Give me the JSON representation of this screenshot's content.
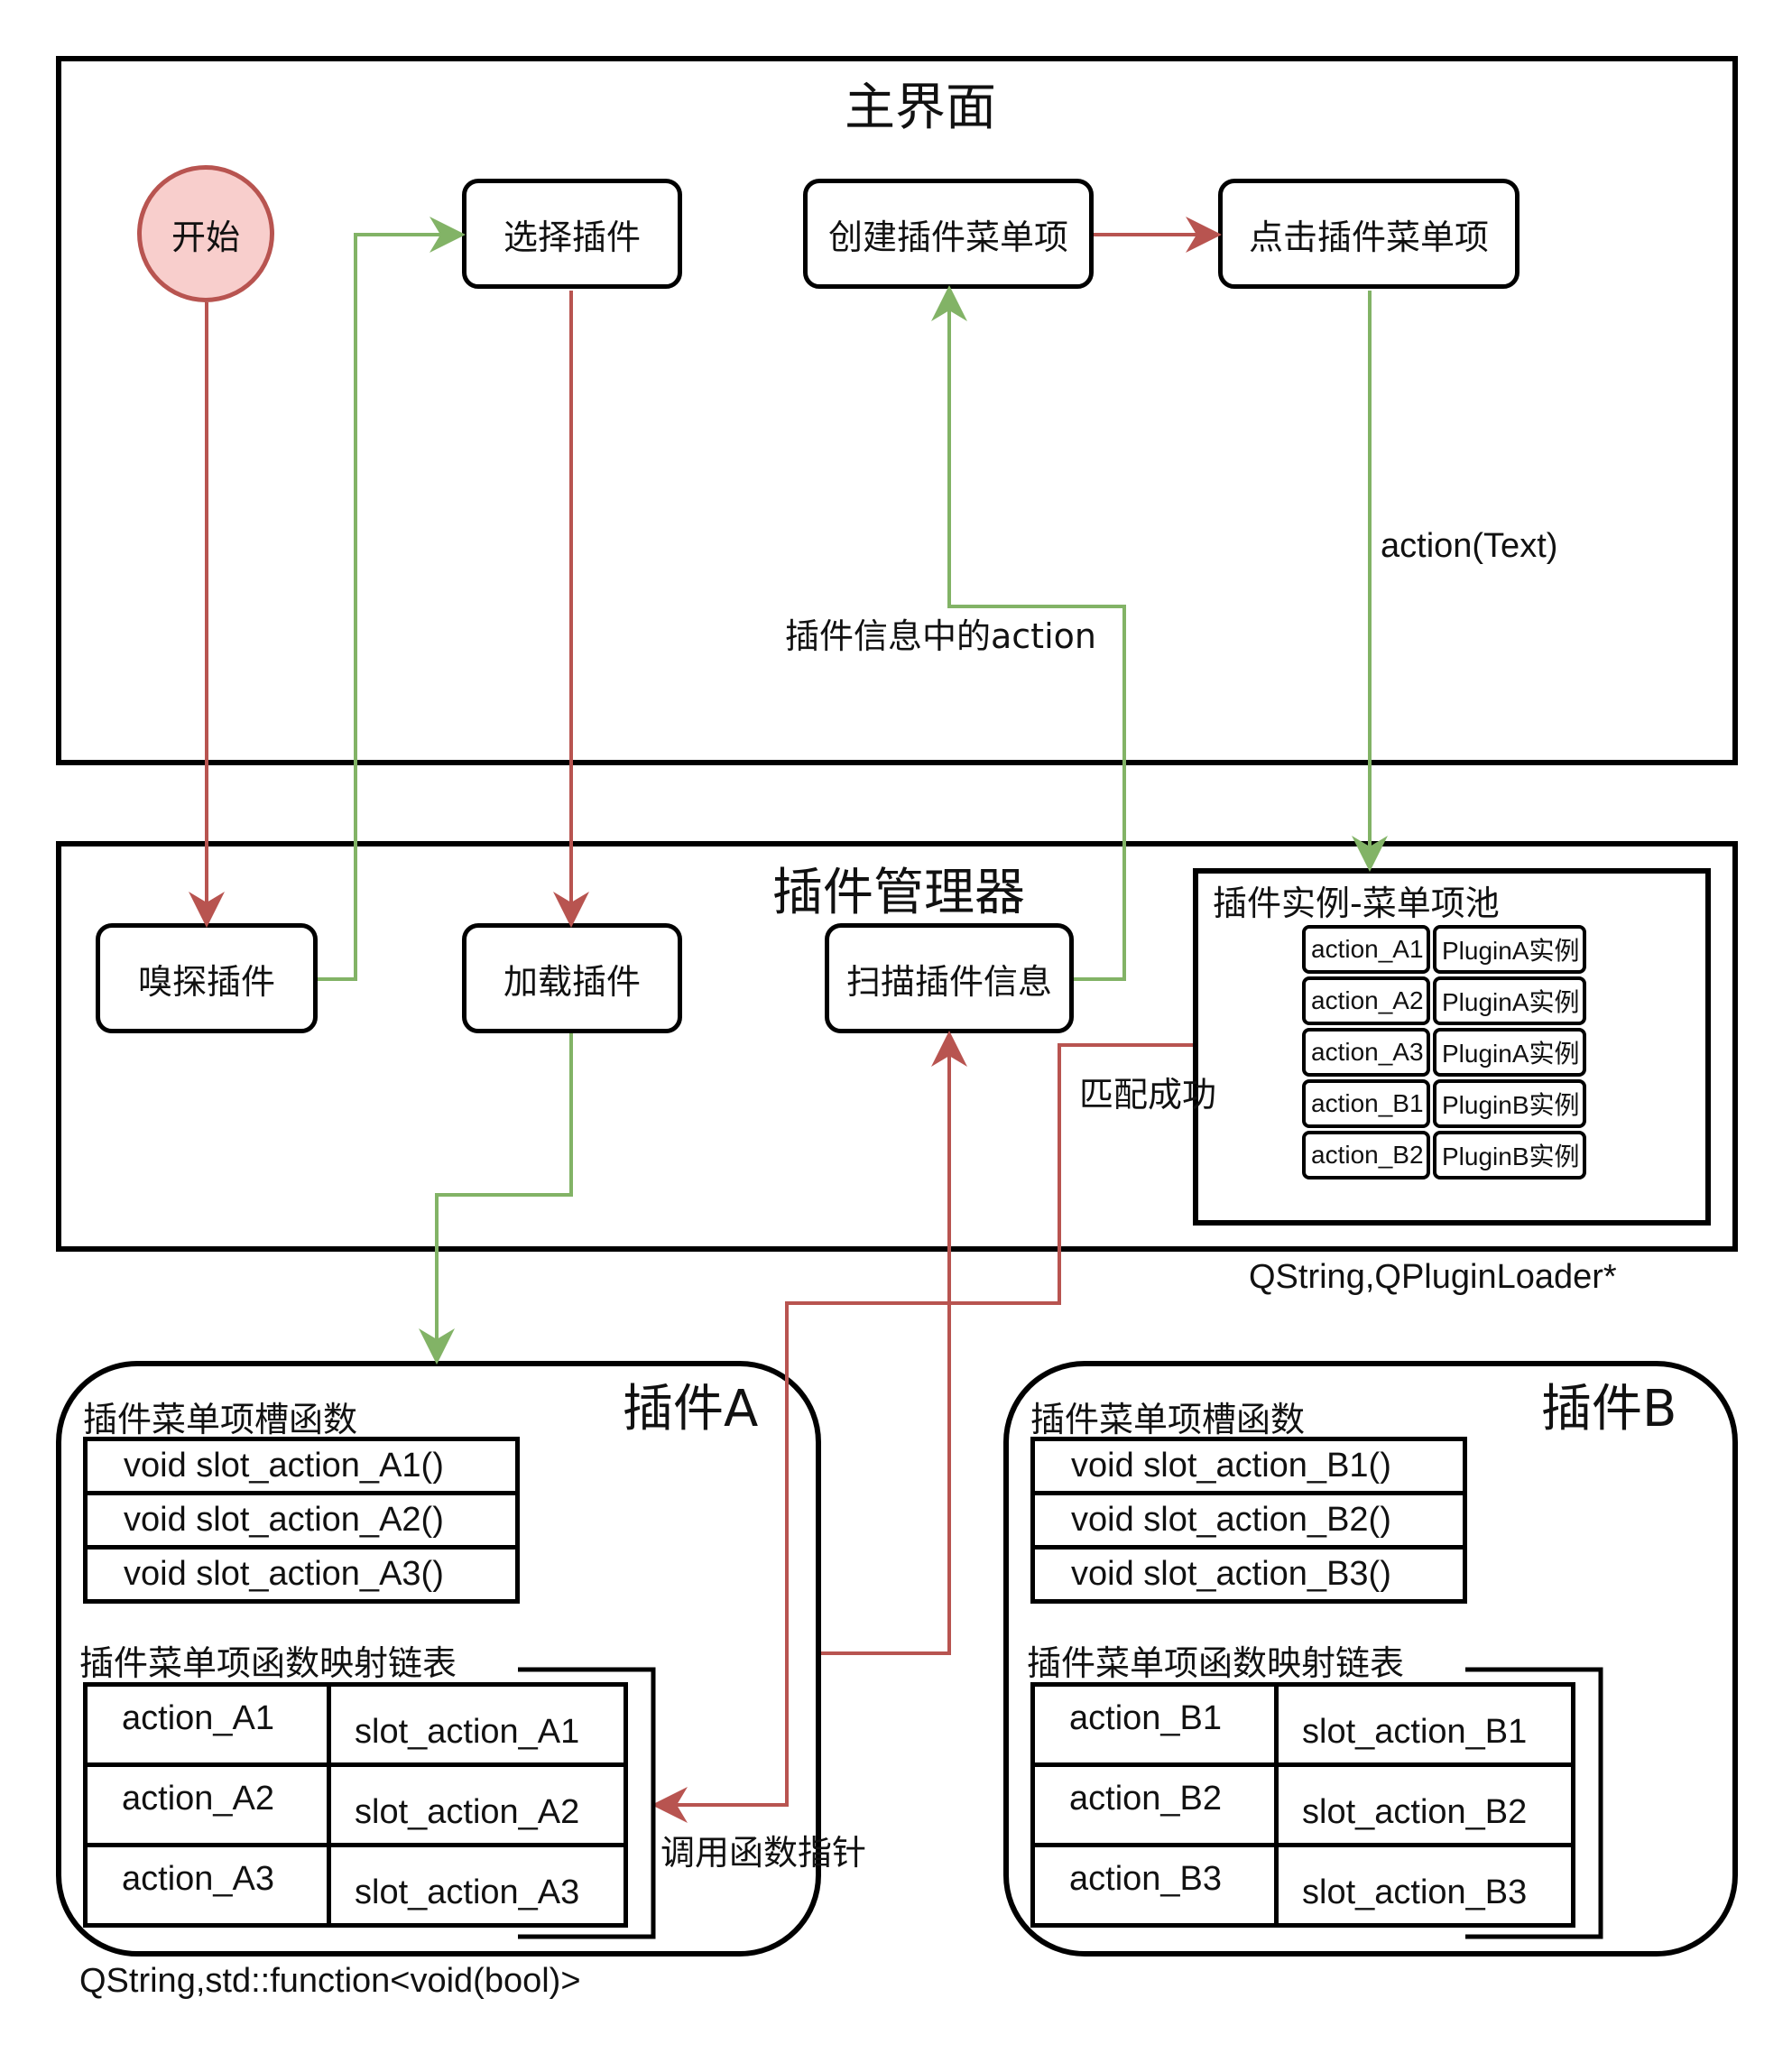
{
  "main_ui": {
    "title": "主界面",
    "start": "开始",
    "select_plugin": "选择插件",
    "create_menu_item": "创建插件菜单项",
    "click_menu_item": "点击插件菜单项",
    "action_text_label": "action(Text)",
    "plugin_info_action_label": "插件信息中的action"
  },
  "plugin_manager": {
    "title": "插件管理器",
    "sniff_plugin": "嗅探插件",
    "load_plugin": "加载插件",
    "scan_plugin_info": "扫描插件信息",
    "match_success_label": "匹配成功",
    "pool": {
      "title": "插件实例-菜单项池",
      "rows": [
        {
          "action": "action_A1",
          "instance": "PluginA实例"
        },
        {
          "action": "action_A2",
          "instance": "PluginA实例"
        },
        {
          "action": "action_A3",
          "instance": "PluginA实例"
        },
        {
          "action": "action_B1",
          "instance": "PluginB实例"
        },
        {
          "action": "action_B2",
          "instance": "PluginB实例"
        }
      ],
      "type_label": "QString,QPluginLoader*"
    }
  },
  "plugin_a": {
    "title": "插件A",
    "slots_title": "插件菜单项槽函数",
    "slots": [
      "void slot_action_A1()",
      "void slot_action_A2()",
      "void slot_action_A3()"
    ],
    "map_title": "插件菜单项函数映射链表",
    "map": [
      {
        "action": "action_A1",
        "slot": "slot_action_A1"
      },
      {
        "action": "action_A2",
        "slot": "slot_action_A2"
      },
      {
        "action": "action_A3",
        "slot": "slot_action_A3"
      }
    ],
    "call_label": "调用函数指针",
    "type_label": "QString,std::function<void(bool)>"
  },
  "plugin_b": {
    "title": "插件B",
    "slots_title": "插件菜单项槽函数",
    "slots": [
      "void slot_action_B1()",
      "void slot_action_B2()",
      "void slot_action_B3()"
    ],
    "map_title": "插件菜单项函数映射链表",
    "map": [
      {
        "action": "action_B1",
        "slot": "slot_action_B1"
      },
      {
        "action": "action_B2",
        "slot": "slot_action_B2"
      },
      {
        "action": "action_B3",
        "slot": "slot_action_B3"
      }
    ]
  },
  "colors": {
    "red_arrow": "#b85450",
    "green_arrow": "#82b366",
    "start_fill": "#f8cecc"
  }
}
